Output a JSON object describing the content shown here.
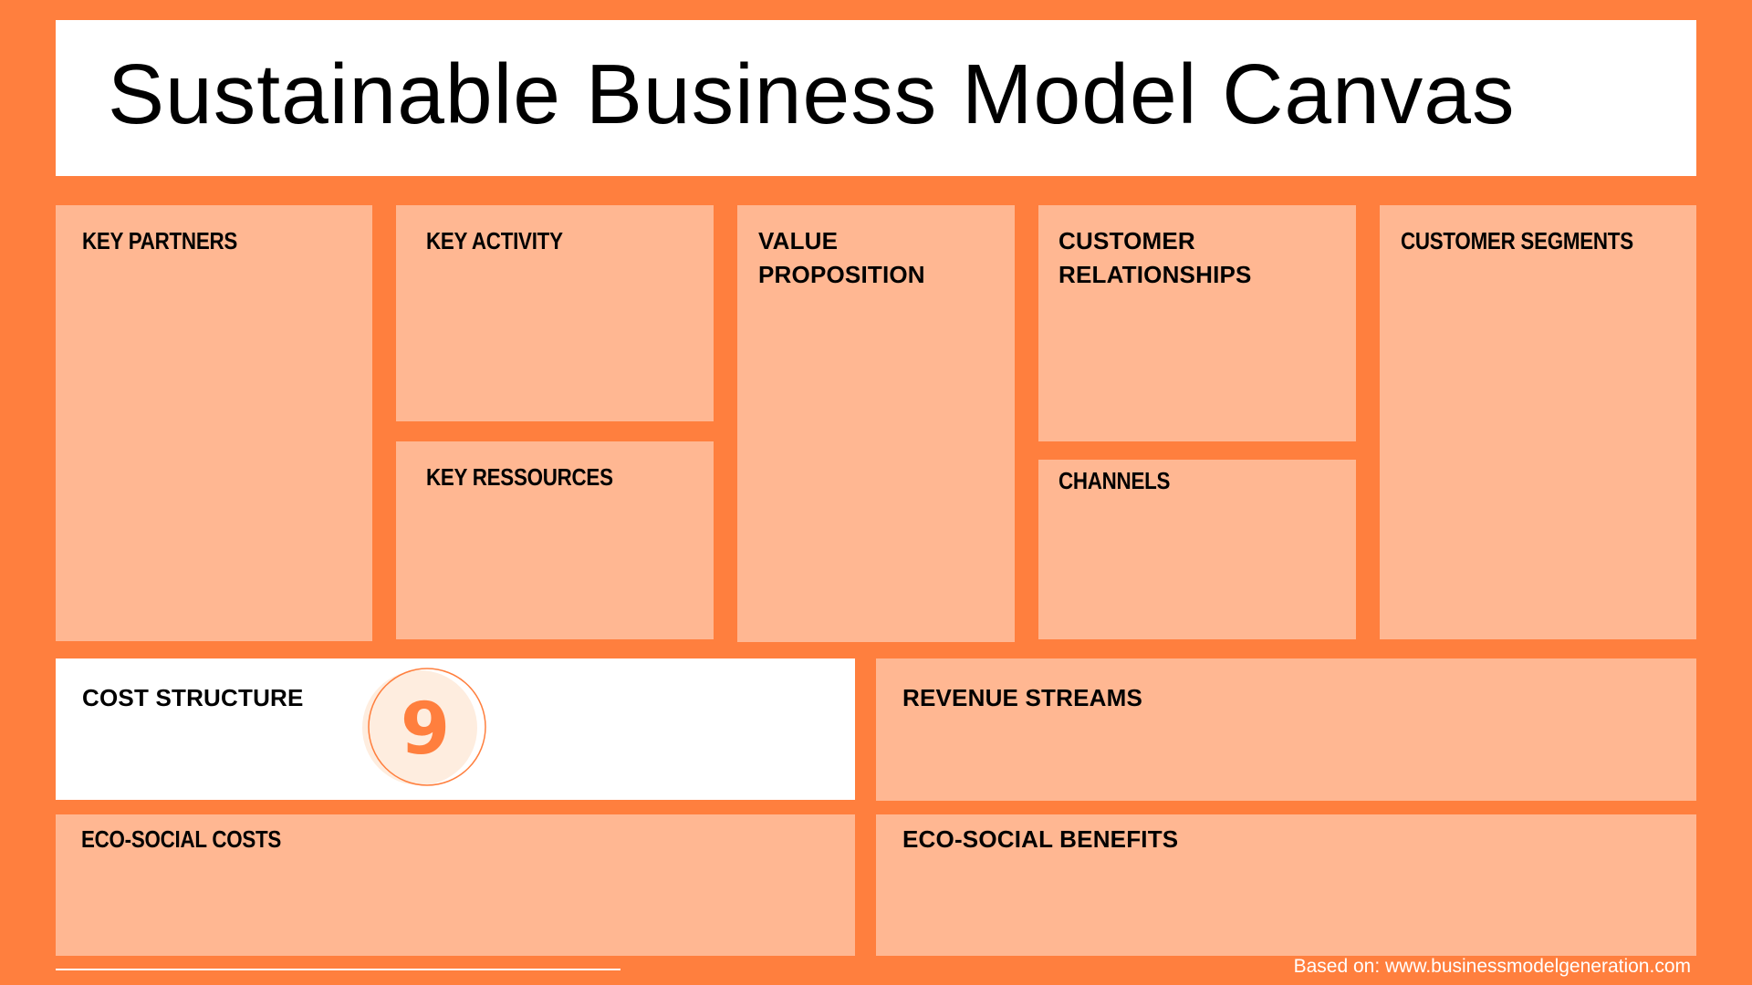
{
  "header": {
    "title": "Sustainable Business Model Canvas"
  },
  "blocks": {
    "key_partners": {
      "label": "KEY PARTNERS"
    },
    "key_activity": {
      "label": "KEY ACTIVITY"
    },
    "key_resources": {
      "label": "KEY RESSOURCES"
    },
    "value_proposition": {
      "label_line1": "VALUE",
      "label_line2": "PROPOSITION"
    },
    "customer_relationships": {
      "label_line1": "CUSTOMER",
      "label_line2": "RELATIONSHIPS"
    },
    "channels": {
      "label": "CHANNELS"
    },
    "customer_segments": {
      "label": "CUSTOMER SEGMENTS"
    },
    "cost_structure": {
      "label": "COST STRUCTURE",
      "badge_number": "9"
    },
    "revenue_streams": {
      "label": "REVENUE STREAMS"
    },
    "eco_social_costs": {
      "label": "ECO-SOCIAL COSTS"
    },
    "eco_social_benefits": {
      "label": "ECO-SOCIAL BENEFITS"
    }
  },
  "footer": {
    "attribution": "Based on: www.businessmodelgeneration.com"
  },
  "colors": {
    "background_orange": "#FF7F3E",
    "block_peach": "#FFB792",
    "highlight_white": "#FFFFFF",
    "badge_fill": "#FEEDDF",
    "badge_accent": "#FF7F3E"
  }
}
